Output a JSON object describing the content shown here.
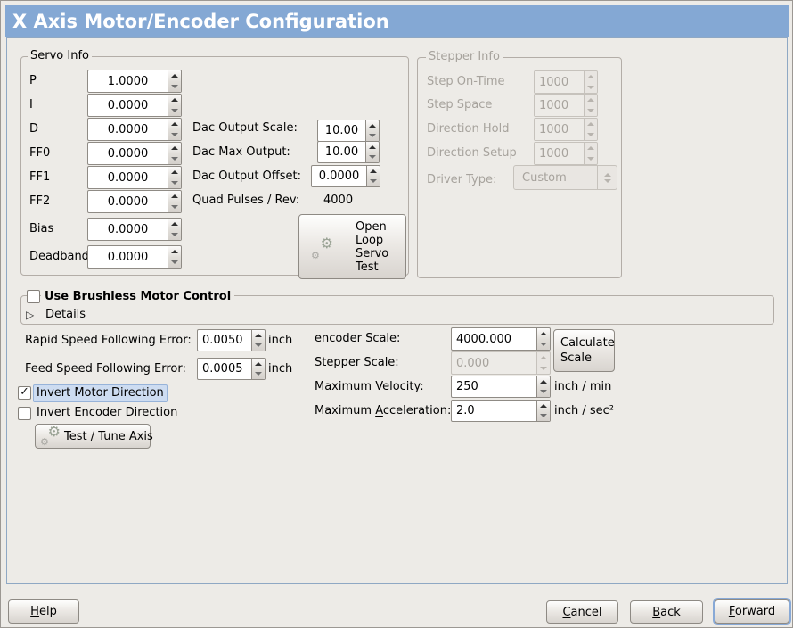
{
  "window": {
    "title": "X Axis Motor/Encoder Configuration"
  },
  "colors": {
    "bg": "#edebe7",
    "titlebar": "#84a8d4",
    "content-border": "#8fa8c4",
    "focus": "#cddcf1",
    "focus-border": "#97b3d9",
    "focus-ring": "#88a9d6"
  },
  "icons": {
    "check": "✓",
    "expander": "▷",
    "gear": "⚙"
  },
  "servo_info": {
    "title": "Servo Info",
    "fields": [
      {
        "label": "P",
        "value": "1.0000"
      },
      {
        "label": "I",
        "value": "0.0000"
      },
      {
        "label": "D",
        "value": "0.0000"
      },
      {
        "label": "FF0",
        "value": "0.0000"
      },
      {
        "label": "FF1",
        "value": "0.0000"
      },
      {
        "label": "FF2",
        "value": "0.0000"
      },
      {
        "label": "Bias",
        "value": "0.0000"
      },
      {
        "label": "Deadband",
        "value": "0.0000"
      }
    ],
    "dac": [
      {
        "label": "Dac Output Scale:",
        "value": "10.00"
      },
      {
        "label": "Dac Max Output:",
        "value": "10.00"
      },
      {
        "label": "Dac Output Offset:",
        "value": "0.0000"
      }
    ],
    "quad_label": "Quad Pulses / Rev:",
    "quad_value": "4000",
    "open_loop_lines": [
      "Open",
      "Loop",
      "Servo",
      "Test"
    ]
  },
  "stepper_info": {
    "title": "Stepper Info",
    "fields": [
      {
        "label": "Step On-Time",
        "value": "1000"
      },
      {
        "label": "Step Space",
        "value": "1000"
      },
      {
        "label": "Direction Hold",
        "value": "1000"
      },
      {
        "label": "Direction Setup",
        "value": "1000"
      }
    ],
    "driver_type_label": "Driver Type:",
    "driver_type_value": "Custom"
  },
  "brushless": {
    "label": "Use Brushless Motor Control",
    "details": "Details"
  },
  "following_error": [
    {
      "label": "Rapid Speed Following Error:",
      "value": "0.0050",
      "unit": "inch"
    },
    {
      "label": "Feed Speed Following Error:",
      "value": "0.0005",
      "unit": "inch"
    }
  ],
  "scales": {
    "encoder_label": "encoder Scale:",
    "encoder_value": "4000.000",
    "stepper_label": "Stepper Scale:",
    "stepper_value": "0.000",
    "calculate_lines": [
      "Calculate",
      "Scale"
    ],
    "velocity": {
      "pre": "Maximum ",
      "mn": "V",
      "post": "elocity:",
      "value": "250",
      "unit": "inch / min"
    },
    "acceleration": {
      "pre": "Maximum ",
      "mn": "A",
      "post": "cceleration:",
      "value": "2.0",
      "unit": "inch / sec²"
    }
  },
  "toggles": {
    "invert_motor": "Invert Motor Direction",
    "invert_encoder": "Invert Encoder Direction",
    "test_tune": "Test / Tune Axis"
  },
  "actions": {
    "help": {
      "mn": "H",
      "post": "elp"
    },
    "cancel": {
      "mn": "C",
      "post": "ancel"
    },
    "back": {
      "mn": "B",
      "post": "ack"
    },
    "forward": {
      "mn": "F",
      "post": "orward"
    }
  }
}
